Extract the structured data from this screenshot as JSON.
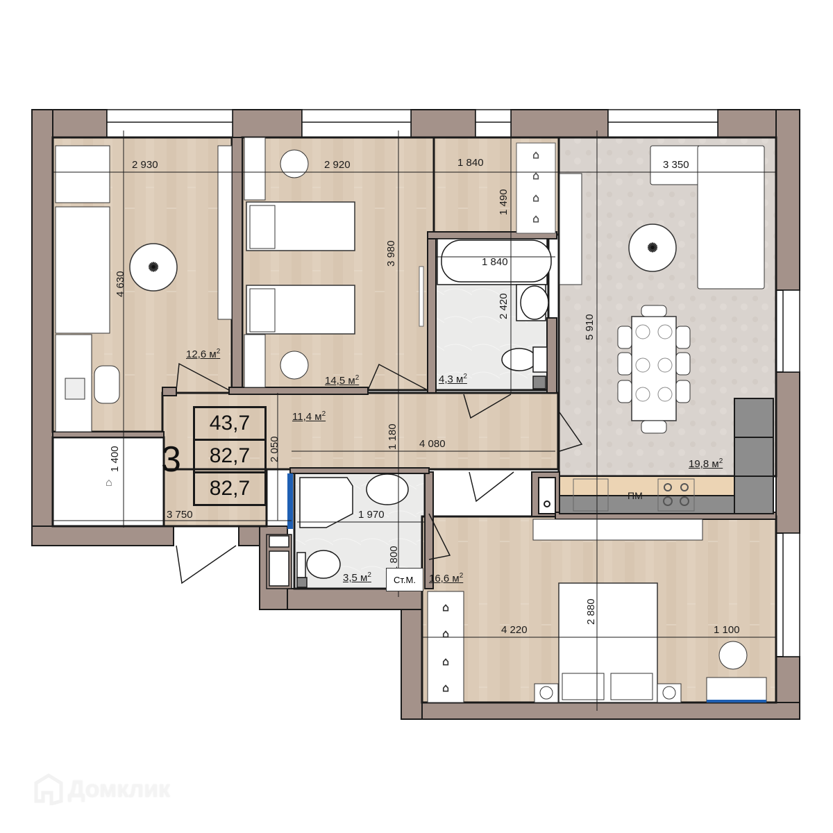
{
  "plan": {
    "rooms_count": "3",
    "summary": {
      "living_area": "43,7",
      "total_area": "82,7",
      "total_area_with_balcony": "82,7"
    },
    "colors": {
      "wall": "#a4928a",
      "wall_outline": "#1a1a1a",
      "wood_floor": "#dccbb7",
      "tile_floor": "#ebebea",
      "living_floor": "#d9d3ce",
      "kitchen_dark": "#8d8d8d",
      "countertop": "#ecd4b4",
      "furniture": "#ffffff"
    },
    "rooms": [
      {
        "id": "bedroom-left",
        "area": "12,6 м",
        "unit_sup": "2"
      },
      {
        "id": "children-room",
        "area": "14,5 м",
        "unit_sup": "2"
      },
      {
        "id": "bathroom",
        "area": "4,3 м",
        "unit_sup": "2"
      },
      {
        "id": "living-kitchen",
        "area": "19,8 м",
        "unit_sup": "2"
      },
      {
        "id": "hallway",
        "area": "11,4 м",
        "unit_sup": "2"
      },
      {
        "id": "shower-room",
        "area": "3,5 м",
        "unit_sup": "2"
      },
      {
        "id": "master-bedroom",
        "area": "16,6 м",
        "unit_sup": "2"
      }
    ],
    "dimensions": {
      "d2930": "2 930",
      "d2920": "2 920",
      "d1840_top": "1 840",
      "d3350": "3 350",
      "d4630": "4 630",
      "d3980": "3 980",
      "d1490": "1 490",
      "d1840_bath": "1 840",
      "d2420": "2 420",
      "d5910": "5 910",
      "d1400": "1 400",
      "d3750": "3 750",
      "d2050": "2 050",
      "d1180": "1 180",
      "d4080": "4 080",
      "d1970": "1 970",
      "d1800": "1 800",
      "d4220": "4 220",
      "d2880": "2 880",
      "d1100": "1 100"
    },
    "labels": {
      "washing_machine": "Ст.М.",
      "dishwasher": "ПМ"
    }
  },
  "watermark": {
    "text": "Домклик"
  }
}
